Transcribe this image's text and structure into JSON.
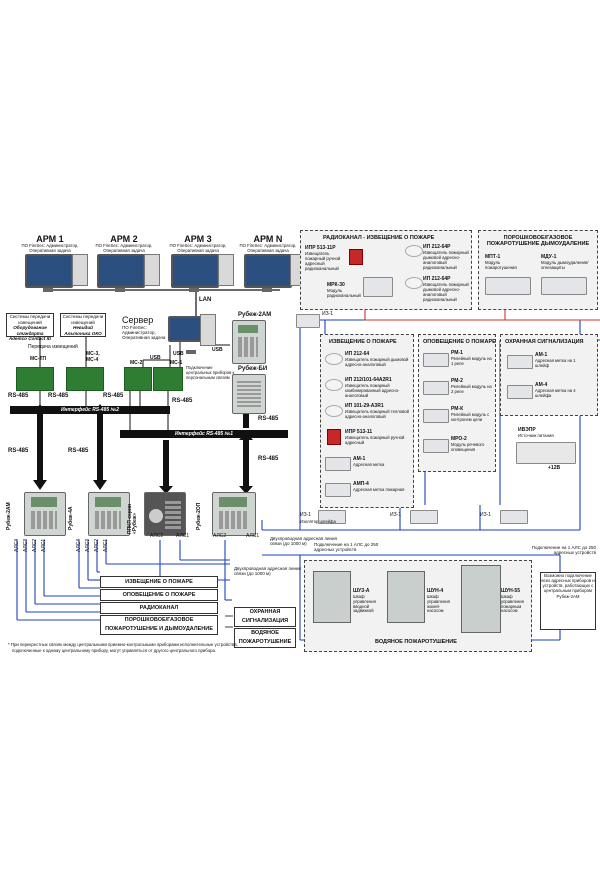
{
  "arms": [
    {
      "title": "АРМ 1",
      "sub": "ПО FireSec: Администратор, Оперативная задача"
    },
    {
      "title": "АРМ 2",
      "sub": "ПО FireSec: Администратор, Оперативная задача"
    },
    {
      "title": "АРМ 3",
      "sub": "ПО FireSec: Администратор, Оперативная задача"
    },
    {
      "title": "АРМ N",
      "sub": "ПО FireSec: Администратор, Оперативная задача"
    }
  ],
  "lan": "LAN",
  "server": {
    "title": "Сервер",
    "sub": "ПО FireSec: Администратор, Оперативная задача"
  },
  "usb": [
    "USB",
    "USB",
    "USB"
  ],
  "rubezh2am": "Рубеж-2АМ",
  "rubezhbi": "Рубеж-БИ",
  "transfer": [
    {
      "line1": "Системы передачи извещений",
      "line2": "Оборудование стандарта Ademco Contact ID"
    },
    {
      "line1": "Системы передачи извещений",
      "line2": "Невидий Альтоника ОКО"
    }
  ],
  "transfer_label": "Передача извещений",
  "modules": [
    "МС-ТП",
    "МС-3, МС-4",
    "МС-2",
    "МС-1"
  ],
  "ms1_note": "Подключение центральных приборов к персональным связям",
  "rs485": "RS-485",
  "bus2": "Интерфейс RS-485 №2",
  "bus1": "Интерфейс RS-485 №1",
  "controllers": [
    "Рубеж-2АМ",
    "Рубеж-4А",
    "ППКП серии «Рубеж»",
    "Рубеж-2ОП"
  ],
  "als": [
    "АЛС1",
    "АЛС2",
    "АЛС3",
    "АЛС4",
    "АЛС1",
    "АЛС2",
    "АЛС2",
    "АЛС1",
    "АЛС2",
    "АЛС1"
  ],
  "als_line": "Двухпроводная адресная линия связи (до 1000 м)",
  "als_line2": "Двухпроводная адресная линия связи (до 1000 м)",
  "izo_note": "Подключение на 1 АЛС до 250 адресных устройств",
  "izo_note2": "Подключение на 1 АЛС до 250 адресных устройств",
  "radio": {
    "title": "РАДИОКАНАЛ - ИЗВЕЩЕНИЕ О ПОЖАРЕ",
    "ipr": "ИПР 513-11Р",
    "ipr_desc": "Извещатель пожарный ручной адресный радиоканальный",
    "ip1": "ИП 212-64Р",
    "ip1_desc": "Извещатель пожарный дымовой адресно-аналоговый радиоканальный",
    "ip2": "ИП 212-64Р",
    "ip2_desc": "Извещатель пожарный дымовой адресно-аналоговый радиоканальный",
    "mrk": "МРК-30",
    "mrk_desc": "Модуль радиоканальный"
  },
  "powder": {
    "title": "ПОРОШКОВОЕ/ГАЗОВОЕ ПОЖАРОТУШЕНИЕ ДЫМОУДАЛЕНИЕ",
    "mpt": "МПТ-1",
    "mpt_desc": "Модуль пожаротушения",
    "mdu": "МДУ-1",
    "mdu_desc": "Модуль дымоудаления/ огнезащиты"
  },
  "fire": {
    "title": "ИЗВЕЩЕНИЕ О ПОЖАРЕ",
    "items": [
      {
        "name": "ИП 212-64",
        "desc": "Извещатель пожарный дымовой адресно-аналоговый"
      },
      {
        "name": "ИП 212/101-64А2R1",
        "desc": "Извещатель пожарный комбинированный адресно-аналоговый"
      },
      {
        "name": "ИП 101-29-А3R1",
        "desc": "Извещатель пожарный тепловой адресно-аналоговый"
      },
      {
        "name": "ИПР 513-11",
        "desc": "Извещатель пожарный ручной адресный"
      },
      {
        "name": "АМ-1",
        "desc": "Адресная метка"
      },
      {
        "name": "АМП-4",
        "desc": "Адресная метка пожарная"
      }
    ]
  },
  "notify": {
    "title": "ОПОВЕЩЕНИЕ О ПОЖАРЕ",
    "items": [
      {
        "name": "РМ-1",
        "desc": "Релейный модуль на 1 реле"
      },
      {
        "name": "РМ-2",
        "desc": "Релейный модуль на 2 реле"
      },
      {
        "name": "РМ-К",
        "desc": "Релейный модуль с контролем цепи"
      },
      {
        "name": "МРО-2",
        "desc": "Модуль речевого оповещения"
      }
    ]
  },
  "security": {
    "title": "ОХРАННАЯ СИГНАЛИЗАЦИЯ",
    "items": [
      {
        "name": "АМ-1",
        "desc": "Адресная метка на 1 шлейф"
      },
      {
        "name": "АМ-4",
        "desc": "Адресная метка на 4 шлейфа"
      }
    ]
  },
  "ivepr": {
    "name": "ИВЭПР",
    "desc": "Источник питания",
    "volt": "+12В"
  },
  "iz": [
    "ИЗ-1",
    "ИЗ-1",
    "ИЗ-1",
    "ИЗ-1",
    "ИЗ-1"
  ],
  "iz_desc": "Изолятор шлейфа",
  "pills": [
    "ИЗВЕЩЕНИЕ О ПОЖАРЕ",
    "ОПОВЕЩЕНИЕ О ПОЖАРЕ",
    "РАДИОКАНАЛ",
    "ПОРОШКОВОЕ/ГАЗОВОЕ ПОЖАРОТУШЕНИЕ И ДЫМОУДАЛЕНИЕ"
  ],
  "pills_right": [
    "ОХРАННАЯ СИГНАЛИЗАЦИЯ",
    "ВОДЯНОЕ ПОЖАРОТУШЕНИЕ"
  ],
  "water": {
    "title": "ВОДЯНОЕ ПОЖАРОТУШЕНИЕ",
    "items": [
      {
        "name": "ШУЗ-А",
        "desc": "Шкаф управления вводной задвижкой"
      },
      {
        "name": "ШУН-4",
        "desc": "Шкаф управления жокей-насосом"
      },
      {
        "name": "ШУН-55",
        "desc": "Шкаф управления пожарным насосом"
      }
    ]
  },
  "side_note": "Возможно подключение всех адресных приборов и устройств, работающих с центральным прибором Рубеж-2АМ",
  "footnote1": "* При перекрестных связях между центральными приемно-контрольными приборами исполнительные устройства,",
  "footnote2": "подключенные к одному центральному прибору, могут управляться от другого центрального прибора."
}
